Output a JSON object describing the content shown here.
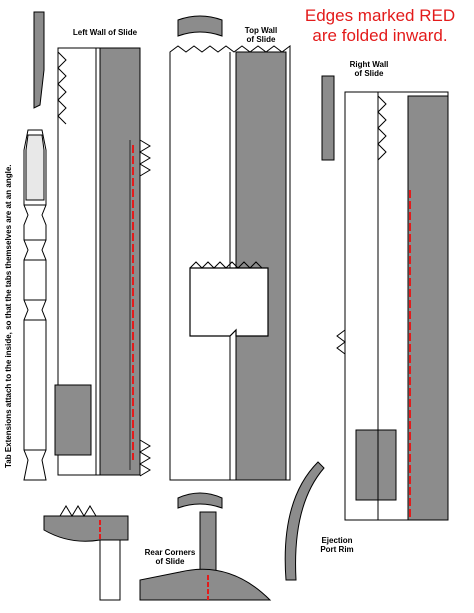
{
  "note": {
    "line1": "Edges marked RED",
    "line2": "are folded inward."
  },
  "labels": {
    "left_wall": "Left Wall of Slide",
    "top_wall": "Top Wall\nof Slide",
    "right_wall": "Right Wall\nof Slide",
    "rear_corners": "Rear Corners\nof Slide",
    "ejection_port": "Ejection\nPort Rim",
    "tab_extensions": "Tab Extensions attach to the inside, so that the tabs themselves are at an angle."
  },
  "colors": {
    "panel_gray": "#8c8c8c",
    "dark_gray": "#7a7a7a",
    "fold_red": "#e31b1b",
    "outline": "#000000"
  }
}
